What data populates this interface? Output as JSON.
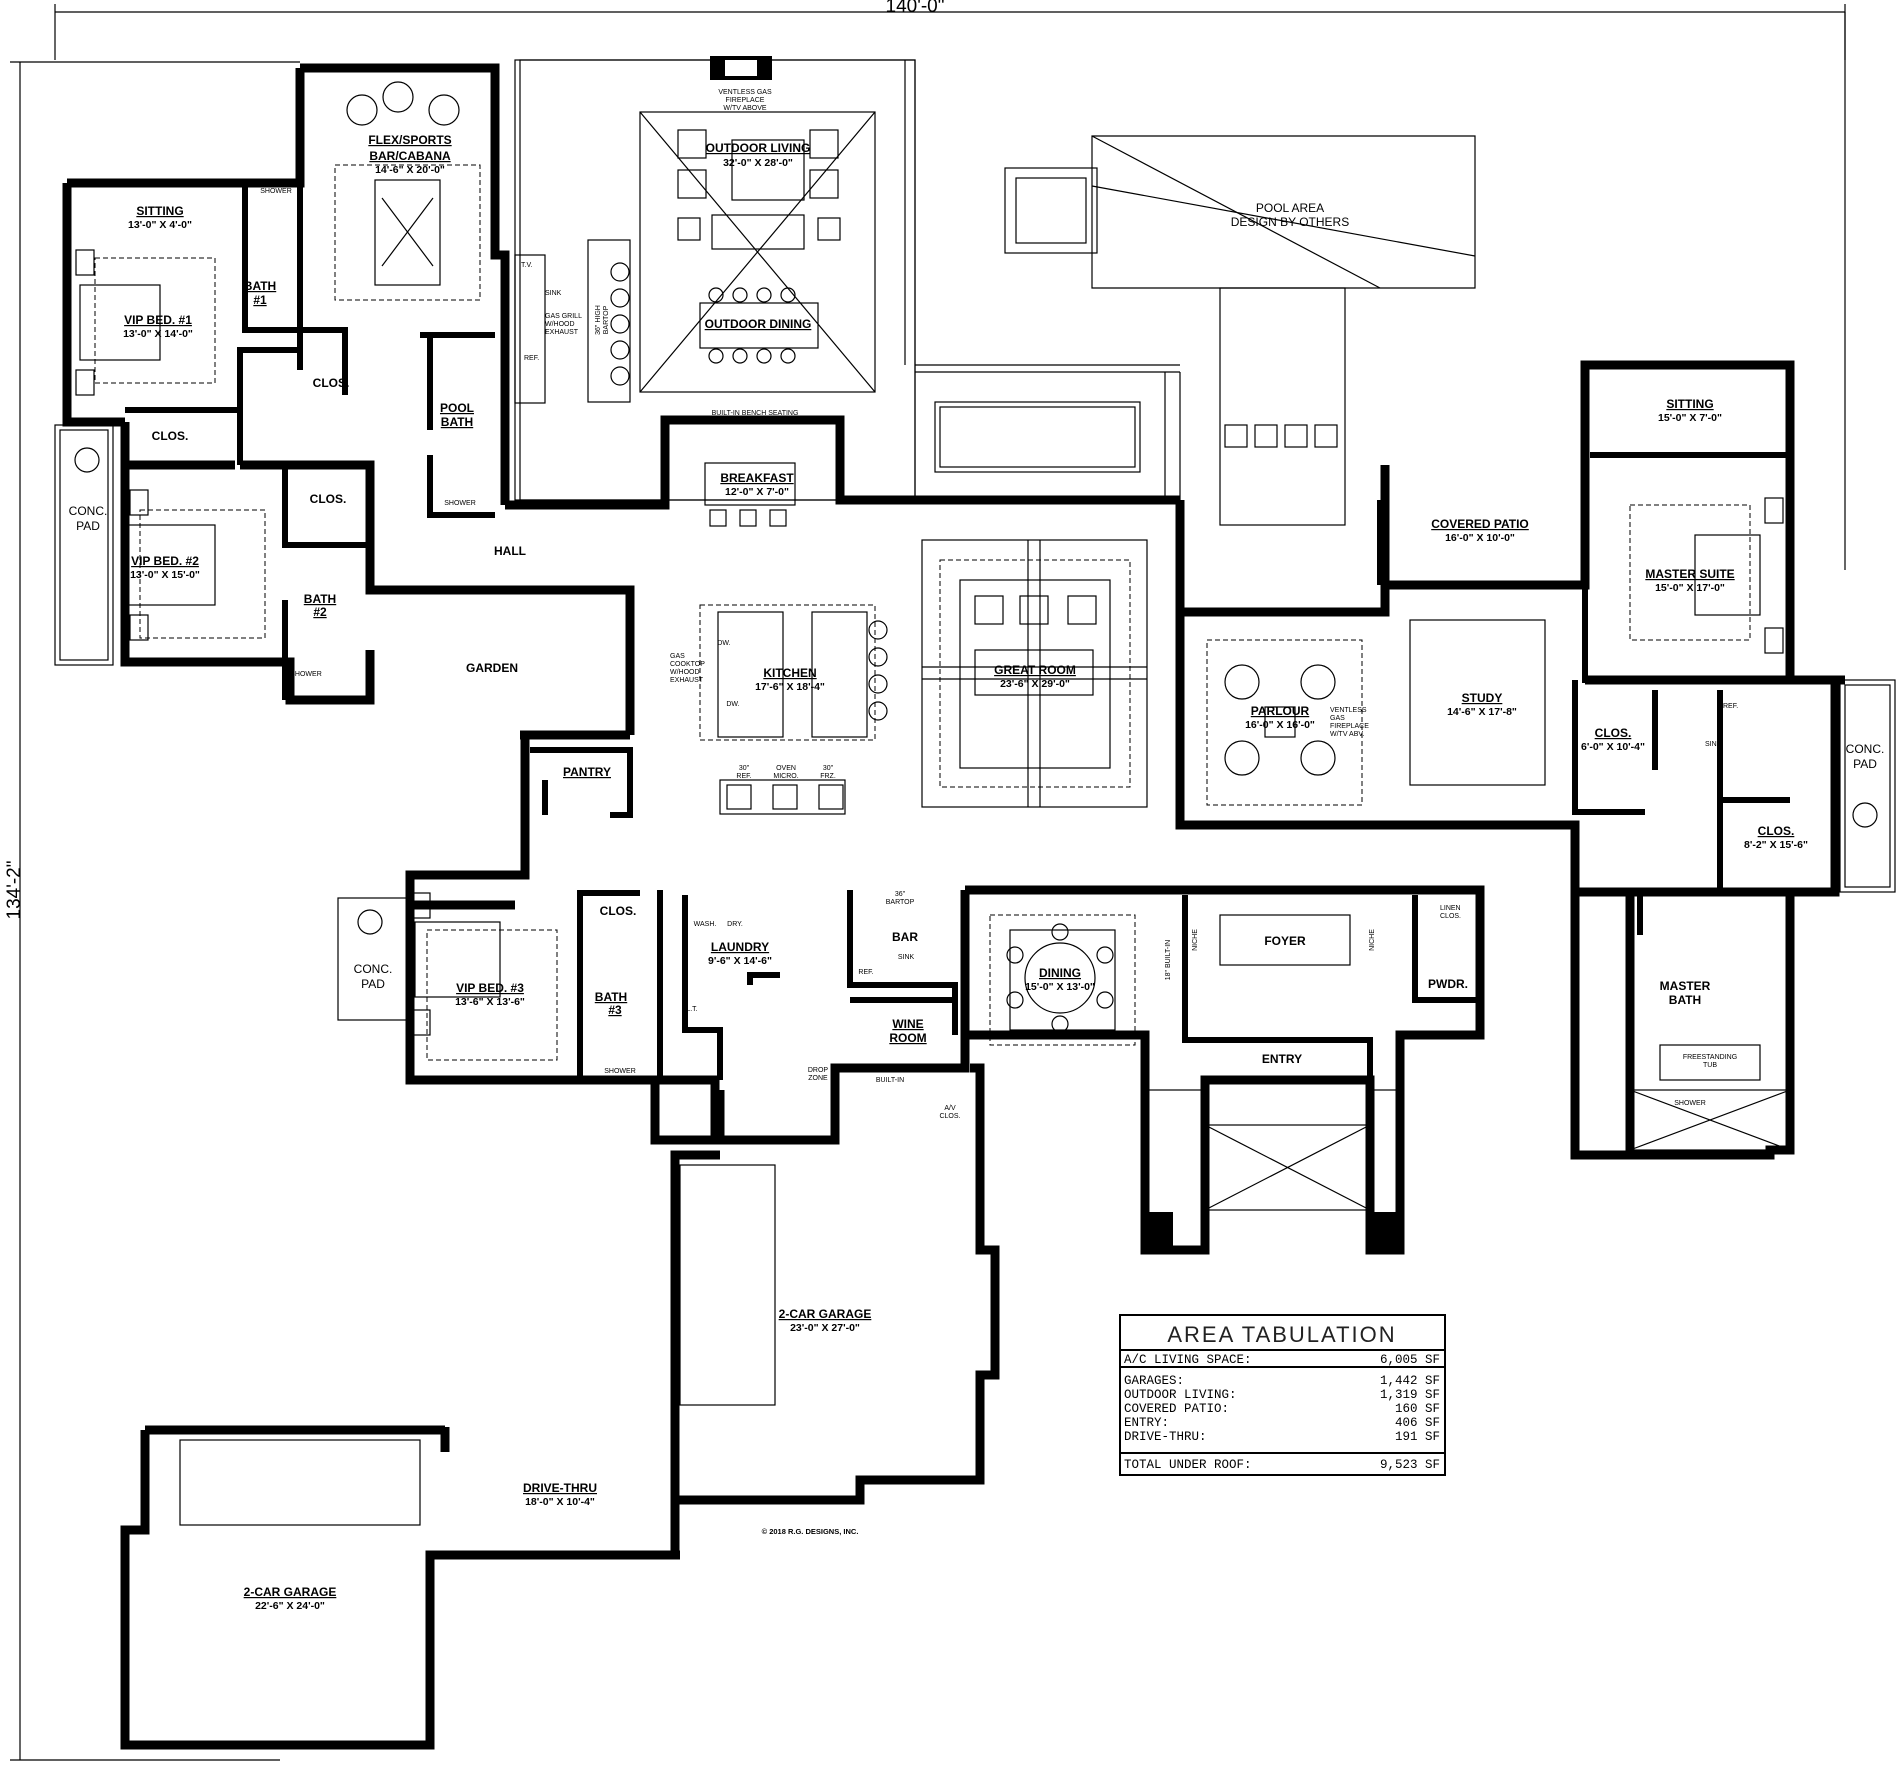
{
  "plan": {
    "width_dim": "140'-0\"",
    "depth_dim": "134'-2\"",
    "copyright": "© 2018 R.G. DESIGNS, INC."
  },
  "rooms": {
    "flex_sports_name": "FLEX/SPORTS",
    "flex_sports_name2": "BAR/CABANA",
    "flex_sports_dim": "14'-6\" X 20'-0\"",
    "sitting1_name": "SITTING",
    "sitting1_dim": "13'-0\" X 4'-0\"",
    "vip1_name": "VIP BED. #1",
    "vip1_dim": "13'-0\" X 14'-0\"",
    "bath1_name": "BATH",
    "bath1_num": "#1",
    "vip2_name": "VIP BED. #2",
    "vip2_dim": "13'-0\" X 15'-0\"",
    "bath2_name": "BATH",
    "bath2_num": "#2",
    "pool_bath_name": "POOL",
    "pool_bath_name2": "BATH",
    "outdoor_living_name": "OUTDOOR LIVING",
    "outdoor_living_dim": "32'-0\" X 28'-0\"",
    "outdoor_dining_name": "OUTDOOR DINING",
    "breakfast_name": "BREAKFAST",
    "breakfast_dim": "12'-0\" X 7'-0\"",
    "hall_name": "HALL",
    "garden_name": "GARDEN",
    "kitchen_name": "KITCHEN",
    "kitchen_dim": "17'-6\" X 18'-4\"",
    "pantry_name": "PANTRY",
    "great_room_name": "GREAT ROOM",
    "great_room_dim": "23'-6\" X 29'-0\"",
    "parlour_name": "PARLOUR",
    "parlour_dim": "16'-0\" X 16'-0\"",
    "covered_patio_name": "COVERED PATIO",
    "covered_patio_dim": "16'-0\" X 10'-0\"",
    "study_name": "STUDY",
    "study_dim": "14'-6\" X 17'-8\"",
    "sitting2_name": "SITTING",
    "sitting2_dim": "15'-0\" X 7'-0\"",
    "master_suite_name": "MASTER SUITE",
    "master_suite_dim": "15'-0\" X 17'-0\"",
    "clos_a_name": "CLOS.",
    "clos_a_dim": "6'-0\" X 10'-4\"",
    "clos_b_name": "CLOS.",
    "clos_b_dim": "8'-2\" X 15'-6\"",
    "master_bath_name": "MASTER",
    "master_bath_name2": "BATH",
    "vip3_name": "VIP BED. #3",
    "vip3_dim": "13'-6\" X 13'-6\"",
    "bath3_name": "BATH",
    "bath3_num": "#3",
    "laundry_name": "LAUNDRY",
    "laundry_dim": "9'-6\" X 14'-6\"",
    "bar_name": "BAR",
    "wine_name": "WINE",
    "wine_name2": "ROOM",
    "dining_name": "DINING",
    "dining_dim": "15'-0\" X 13'-0\"",
    "foyer_name": "FOYER",
    "pwdr_name": "PWDR.",
    "entry_name": "ENTRY",
    "garage1_name": "2-CAR GARAGE",
    "garage1_dim": "23'-0\" X 27'-0\"",
    "drive_thru_name": "DRIVE-THRU",
    "drive_thru_dim": "18'-0\" X 10'-4\"",
    "garage2_name": "2-CAR GARAGE",
    "garage2_dim": "22'-6\" X 24'-0\"",
    "clos_name": "CLOS.",
    "pool_area_1": "POOL AREA",
    "pool_area_2": "DESIGN BY OTHERS",
    "conc_pad": "CONC.",
    "conc_pad2": "PAD"
  },
  "notes": {
    "shower": "SHOWER",
    "fireplace_1": "VENTLESS GAS",
    "fireplace_2": "FIREPLACE",
    "fireplace_3": "W/TV ABOVE",
    "bench": "BUILT-IN BENCH SEATING",
    "bartop_1": "36\" HIGH",
    "bartop_2": "BARTOP",
    "gas_grill_1": "GAS GRILL",
    "gas_grill_2": "W/HOOD",
    "gas_grill_3": "EXHAUST",
    "sink": "SINK",
    "tv": "T.V.",
    "ref": "REF.",
    "dw": "DW.",
    "cooktop_1": "GAS",
    "cooktop_2": "COOKTOP",
    "cooktop_3": "W/HOOD",
    "cooktop_4": "EXHAUST",
    "ref30": "30\"",
    "ref30b": "REF.",
    "oven_1": "OVEN",
    "oven_2": "MICRO.",
    "frz_1": "30\"",
    "frz_2": "FRZ.",
    "parlour_fp_1": "VENTLESS",
    "parlour_fp_2": "GAS",
    "parlour_fp_3": "FIREPLACE",
    "parlour_fp_4": "W/TV ABV.",
    "bartop36_1": "36\"",
    "bartop36_2": "BARTOP",
    "wash": "WASH.",
    "dry": "DRY.",
    "lt": "L.T.",
    "drop_zone_1": "DROP",
    "drop_zone_2": "ZONE",
    "built_in": "BUILT-IN",
    "av_clos_1": "A/V",
    "av_clos_2": "CLOS.",
    "builtin18": "18\" BUILT-IN",
    "niche": "NICHE",
    "linen_1": "LINEN",
    "linen_2": "CLOS.",
    "tub_1": "FREESTANDING",
    "tub_2": "TUB"
  },
  "area_tabulation": {
    "title": "AREA TABULATION",
    "ac_label": "A/C LIVING SPACE:",
    "ac_value": "6,005 SF",
    "rows": [
      {
        "label": "GARAGES:",
        "value": "1,442 SF"
      },
      {
        "label": "OUTDOOR LIVING:",
        "value": "1,319 SF"
      },
      {
        "label": "COVERED PATIO:",
        "value": "160 SF"
      },
      {
        "label": "ENTRY:",
        "value": "406 SF"
      },
      {
        "label": "DRIVE-THRU:",
        "value": "191 SF"
      }
    ],
    "total_label": "TOTAL UNDER ROOF:",
    "total_value": "9,523 SF"
  }
}
